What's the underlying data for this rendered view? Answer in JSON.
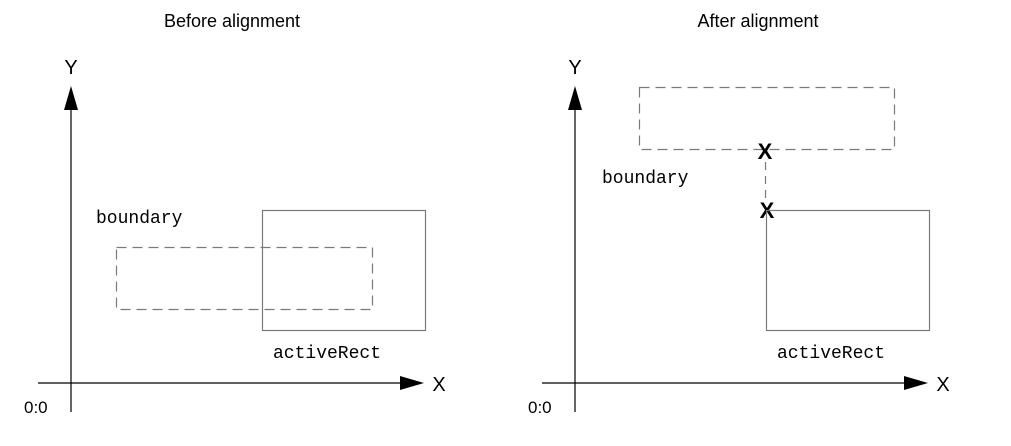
{
  "panels": {
    "before": {
      "title": "Before alignment",
      "y_axis_label": "Y",
      "x_axis_label": "X",
      "origin_label": "0:0",
      "boundary_label": "boundary",
      "active_rect_label": "activeRect"
    },
    "after": {
      "title": "After alignment",
      "y_axis_label": "Y",
      "x_axis_label": "X",
      "origin_label": "0:0",
      "boundary_label": "boundary",
      "active_rect_label": "activeRect",
      "alignment_marker_top": "X",
      "alignment_marker_bottom": "X"
    }
  },
  "colors": {
    "axis": "#000000",
    "shape_stroke": "#7a7a7a",
    "text": "#000000",
    "background": "#ffffff"
  }
}
